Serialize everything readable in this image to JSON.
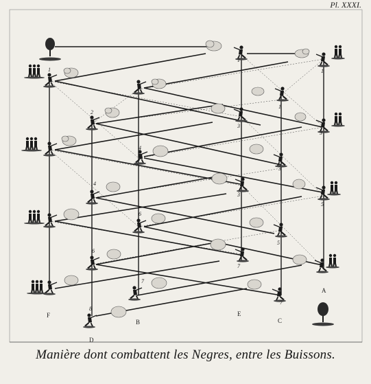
{
  "plate_number": "Pl. XXXI.",
  "caption": "Manière dont combattent les Negres, entre les Buissons.",
  "column_labels": [
    "F",
    "B",
    "E",
    "C",
    "A",
    "D"
  ],
  "row_numbers": [
    "1",
    "2",
    "3",
    "4",
    "5",
    "6",
    "7",
    "8"
  ],
  "ink_color": "#1a1a1a",
  "paper_color": "#f1efe9"
}
